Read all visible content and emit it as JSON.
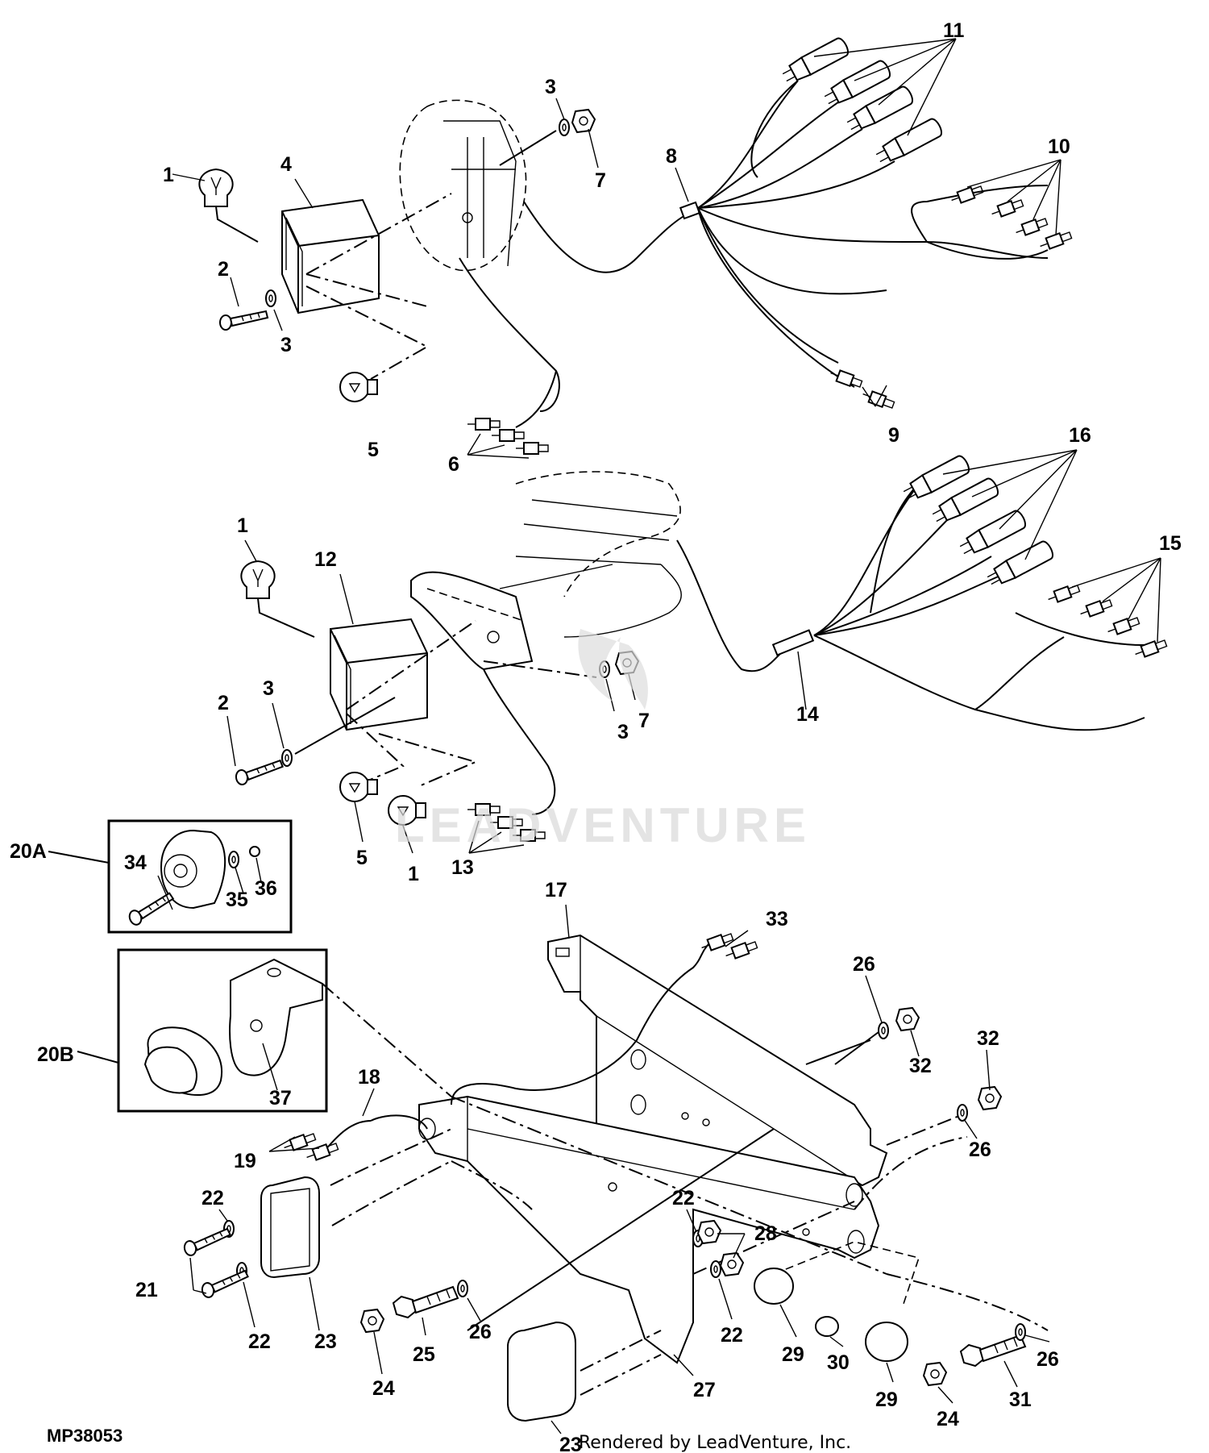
{
  "diagram": {
    "reference": "MP38053",
    "footer": "Rendered by LeadVenture, Inc.",
    "watermark": "LEADVENTURE",
    "callouts": {
      "c1a": "1",
      "c2a": "2",
      "c3a": "3",
      "c3b": "3",
      "c4": "4",
      "c5a": "5",
      "c6": "6",
      "c7a": "7",
      "c8": "8",
      "c9": "9",
      "c10": "10",
      "c11": "11",
      "c1b": "1",
      "c12": "12",
      "c2b": "2",
      "c3c": "3",
      "c3d": "3",
      "c7b": "7",
      "c5b": "5",
      "c1c": "1",
      "c13": "13",
      "c14": "14",
      "c15": "15",
      "c16": "16",
      "c20a": "20A",
      "c34": "34",
      "c35": "35",
      "c36": "36",
      "c20b": "20B",
      "c37": "37",
      "c17": "17",
      "c33": "33",
      "c26a": "26",
      "c32a": "32",
      "c32b": "32",
      "c26b": "26",
      "c18": "18",
      "c19": "19",
      "c22a": "22",
      "c21": "21",
      "c22b": "22",
      "c23a": "23",
      "c24a": "24",
      "c25": "25",
      "c26c": "26",
      "c22c": "22",
      "c28": "28",
      "c22d": "22",
      "c27": "27",
      "c23b": "23",
      "c29a": "29",
      "c30": "30",
      "c29b": "29",
      "c24b": "24",
      "c31": "31",
      "c26d": "26"
    }
  }
}
